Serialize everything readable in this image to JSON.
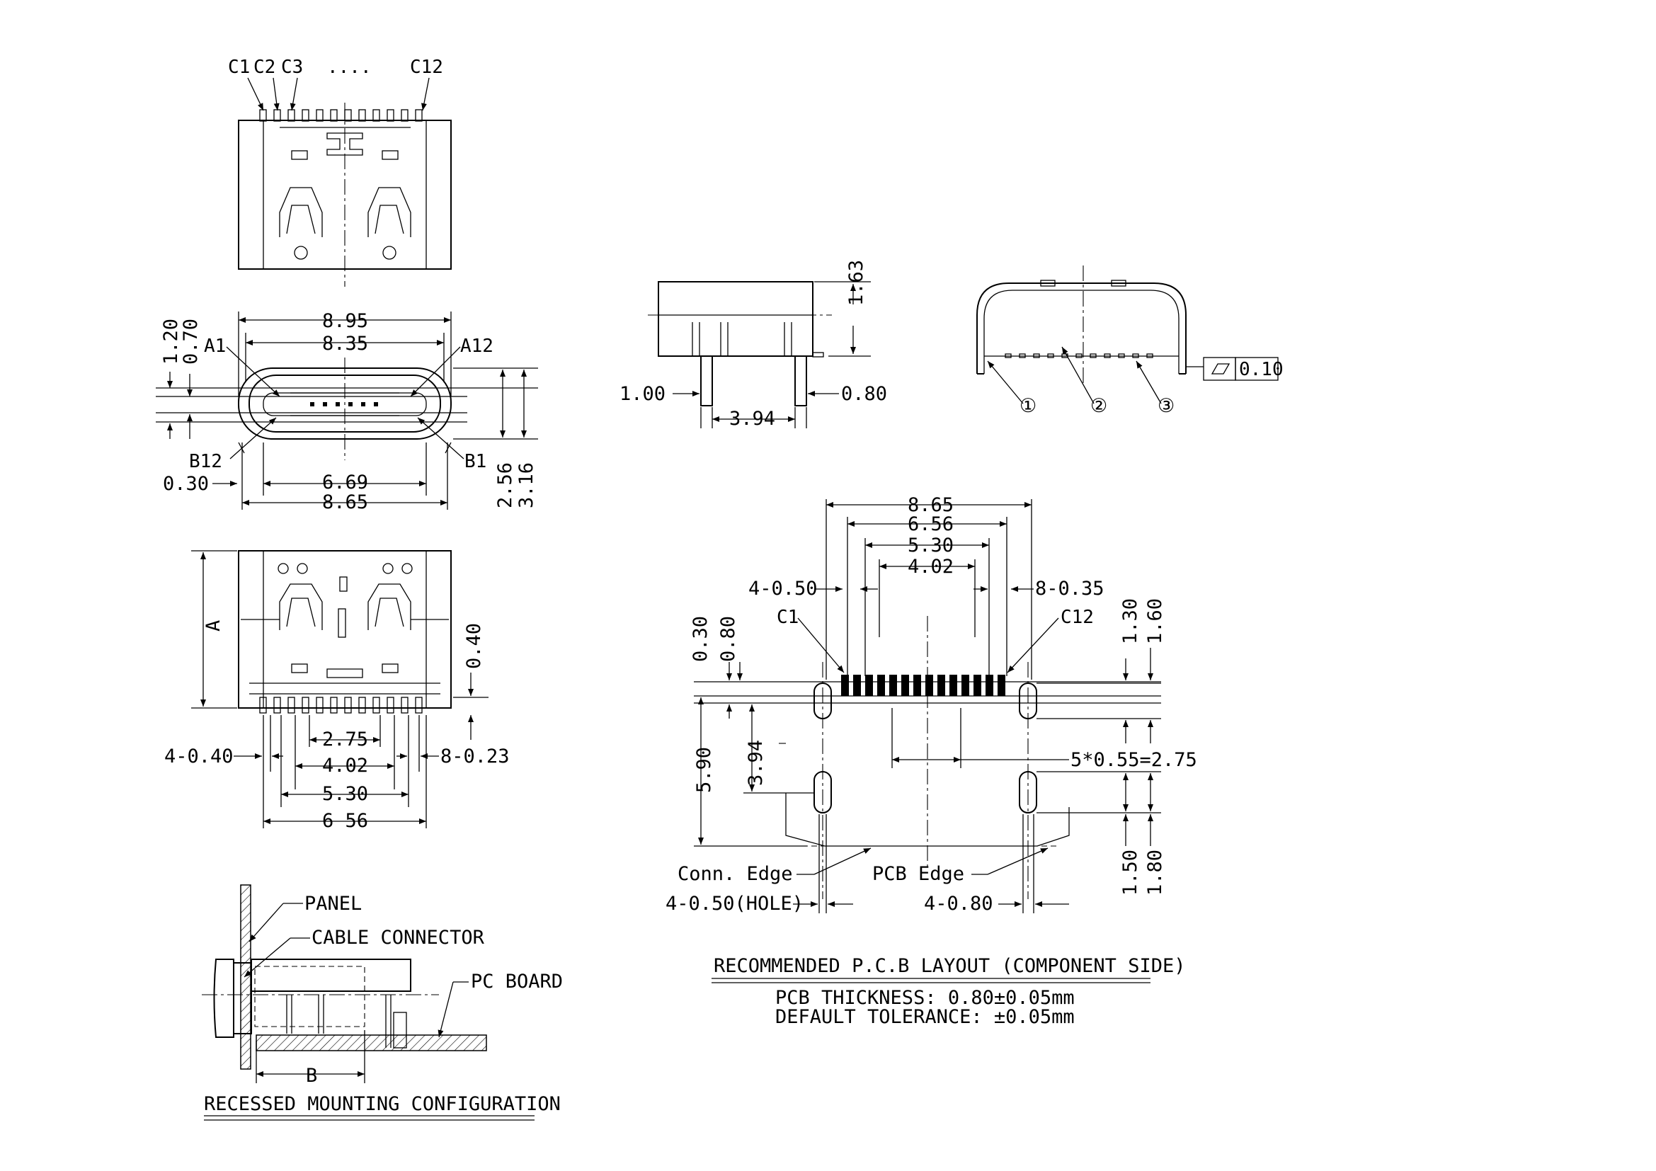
{
  "top_view": {
    "c1": "C1",
    "c2": "C2",
    "c3": "C3",
    "dots": "....",
    "c12": "C12"
  },
  "front_view": {
    "w1": "8.95",
    "w2": "8.35",
    "a1": "A1",
    "a12": "A12",
    "b12": "B12",
    "b1": "B1",
    "d120": "1.20",
    "d070": "0.70",
    "d030": "0.30",
    "w3": "6.69",
    "w4": "8.65",
    "h1": "2.56",
    "h2": "3.16"
  },
  "bottom_view": {
    "a": "A",
    "d040": "0.40",
    "s1": "2.75",
    "s2": "4.02",
    "s3": "5.30",
    "s4": "6 56",
    "l1": "4-0.40",
    "l2": "8-0.23"
  },
  "side_view": {
    "h": "1.63",
    "p1": "1.00",
    "p2": "0.80",
    "s": "3.94"
  },
  "end_view": {
    "flat": "0.10",
    "n1": "①",
    "n2": "②",
    "n3": "③"
  },
  "pcb_layout": {
    "w1": "8.65",
    "w2": "6.56",
    "w3": "5.30",
    "w4": "4.02",
    "l1": "4-0.50",
    "l2": "8-0.35",
    "c1": "C1",
    "c12": "C12",
    "d030": "0.30",
    "d080": "0.80",
    "d130": "1.30",
    "d160": "1.60",
    "pitch": "5*0.55=2.75",
    "d590": "5.90",
    "d394": "3.94",
    "d150": "1.50",
    "d180": "1.80",
    "conn_edge": "Conn. Edge",
    "pcb_edge": "PCB Edge",
    "hole": "4-0.50(HOLE)",
    "h2": "4-0.80"
  },
  "mounting": {
    "panel": "PANEL",
    "cable": "CABLE CONNECTOR",
    "pcb": "PC BOARD",
    "b": "B",
    "title": "RECESSED MOUNTING CONFIGURATION"
  },
  "notes": {
    "title": "RECOMMENDED P.C.B LAYOUT (COMPONENT SIDE)",
    "line1": "PCB THICKNESS: 0.80±0.05mm",
    "line2": "DEFAULT TOLERANCE: ±0.05mm"
  }
}
